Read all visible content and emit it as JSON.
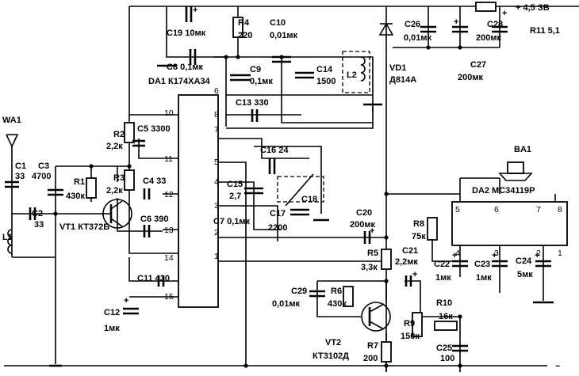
{
  "labels": {
    "wa1": "WA1",
    "c1": "C1",
    "c1_val": "33",
    "c3": "C3",
    "c3_val": "4700",
    "r1": "R1",
    "r1_val": "430к",
    "c2": "C2",
    "c2_val": "33",
    "vt1": "VT1 КТ372Б",
    "l1": "L1",
    "r2": "R2",
    "r2_val": "2,2к",
    "r3": "R3",
    "r3_val": "2,2к",
    "c5": "C5 3300",
    "c4": "C4 33",
    "c6": "C6 390",
    "c19": "C19 10мк",
    "c8": "C8 0,1мк",
    "r4": "R4",
    "r4_val": "220",
    "c10": "C10",
    "c10_val": "0,01мк",
    "c9": "C9",
    "c9_val": "0,1мк",
    "c14": "C14",
    "c14_val": "1500",
    "l2": "L2",
    "da1": "DA1 К174ХА34",
    "c13": "C13 330",
    "c16": "C16 24",
    "c15": "C15",
    "c15_val": "2,7",
    "c18": "C18",
    "c17": "C17",
    "c17_val": "2200",
    "c7": "C7 0,1мк",
    "c11": "C11 430",
    "c12": "C12",
    "c12_val": "1мк",
    "c20": "C20",
    "c20_val": "200мк",
    "r5": "R5",
    "r5_val": "3,3к",
    "c21": "C21",
    "c21_val": "2,2мк",
    "c29": "C29",
    "c29_val": "0,01мк",
    "r6": "R6",
    "r6_val": "430к",
    "vt2": "VT2",
    "vt2_type": "КТ3102Д",
    "r7": "R7",
    "r7_val": "200",
    "r9": "R9",
    "r9_val": "150к",
    "r10": "R10",
    "r10_val": "16к",
    "c25": "C25",
    "c25_val": "100",
    "vd1": "VD1",
    "vd1_type": "Д814А",
    "c26": "C26",
    "c26_val": "0,01мк",
    "c27": "C27",
    "c27_val": "200мк",
    "c28": "C28",
    "c28_val": "200мк",
    "supply": "+ 4,5  ЗВ",
    "r11": "R11 5,1",
    "ba1": "BA1",
    "da2": "DA2 MC34119P",
    "r8": "R8",
    "r8_val": "75к",
    "c22": "C22",
    "c22_val": "1мк",
    "c23": "C23",
    "c23_val": "1мк",
    "c24": "C24",
    "c24_val": "5мк",
    "minus": "−",
    "plus": "+",
    "da1_pins": {
      "p10": "10",
      "p11": "11",
      "p12": "12",
      "p13": "13",
      "p14": "14",
      "p15": "15",
      "p6": "6",
      "p8": "8",
      "p7": "7",
      "p5": "5",
      "p4": "4",
      "p3": "3",
      "p2": "2",
      "p1": "1"
    },
    "da2_pins": {
      "p5": "5",
      "p6": "6",
      "p7": "7",
      "p8": "8",
      "p4": "4",
      "p3": "3",
      "p2": "2",
      "p1": "1"
    }
  }
}
